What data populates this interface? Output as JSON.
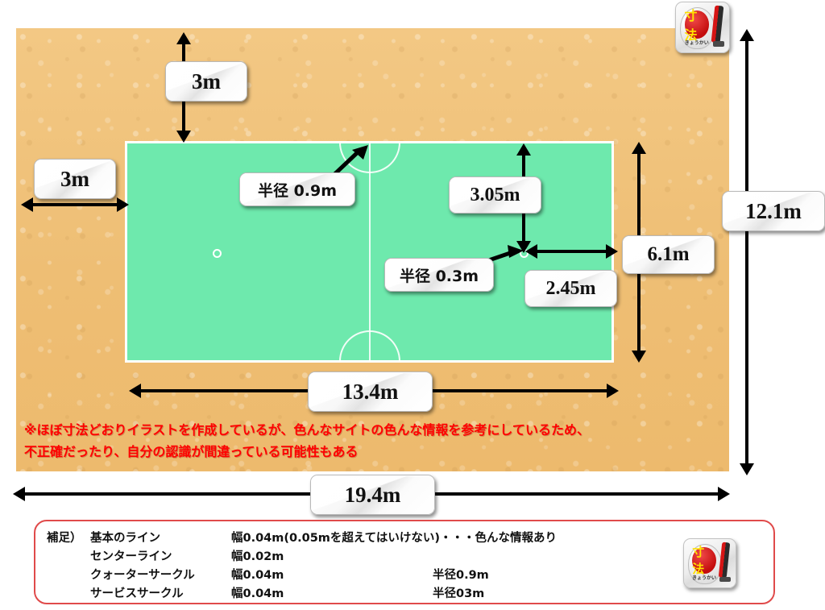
{
  "diagram": {
    "title_hidden": "",
    "court_color": "#6ee9ad",
    "sand_color": "#f1c379",
    "note_color": "#ff0000",
    "legend_border_color": "#e04a4a"
  },
  "labels": {
    "top_margin": "3m",
    "left_margin": "3m",
    "quarter_circle_radius": "半径 0.9m",
    "service_circle_radius": "半径 0.3m",
    "penalty_from_endline": "3.05m",
    "penalty_from_sideline": "2.45m",
    "court_width_outer": "6.1m",
    "court_length": "13.4m",
    "total_length": "19.4m",
    "total_width": "12.1m"
  },
  "note": {
    "line1": "※ほぼ寸法どおりイラストを作成しているが、色んなサイトの色んな情報を参考にしているため、",
    "line2": "不正確だったり、自分の認識が間違っている可能性もある"
  },
  "legend": {
    "rows": [
      {
        "prefix": "補足）",
        "name": "基本のライン",
        "width": "幅0.04m(0.05mを超えてはいけない)・・・色んな情報あり",
        "radius": ""
      },
      {
        "prefix": "",
        "name": "センターライン",
        "width": "幅0.02m",
        "radius": ""
      },
      {
        "prefix": "",
        "name": "クォーターサークル",
        "width": "幅0.04m",
        "radius": "半径0.9m"
      },
      {
        "prefix": "",
        "name": "サービスサークル",
        "width": "幅0.04m",
        "radius": "半径03m"
      }
    ]
  },
  "tape_icon": {
    "kanji": "寸法",
    "sub": "きょうかい"
  }
}
